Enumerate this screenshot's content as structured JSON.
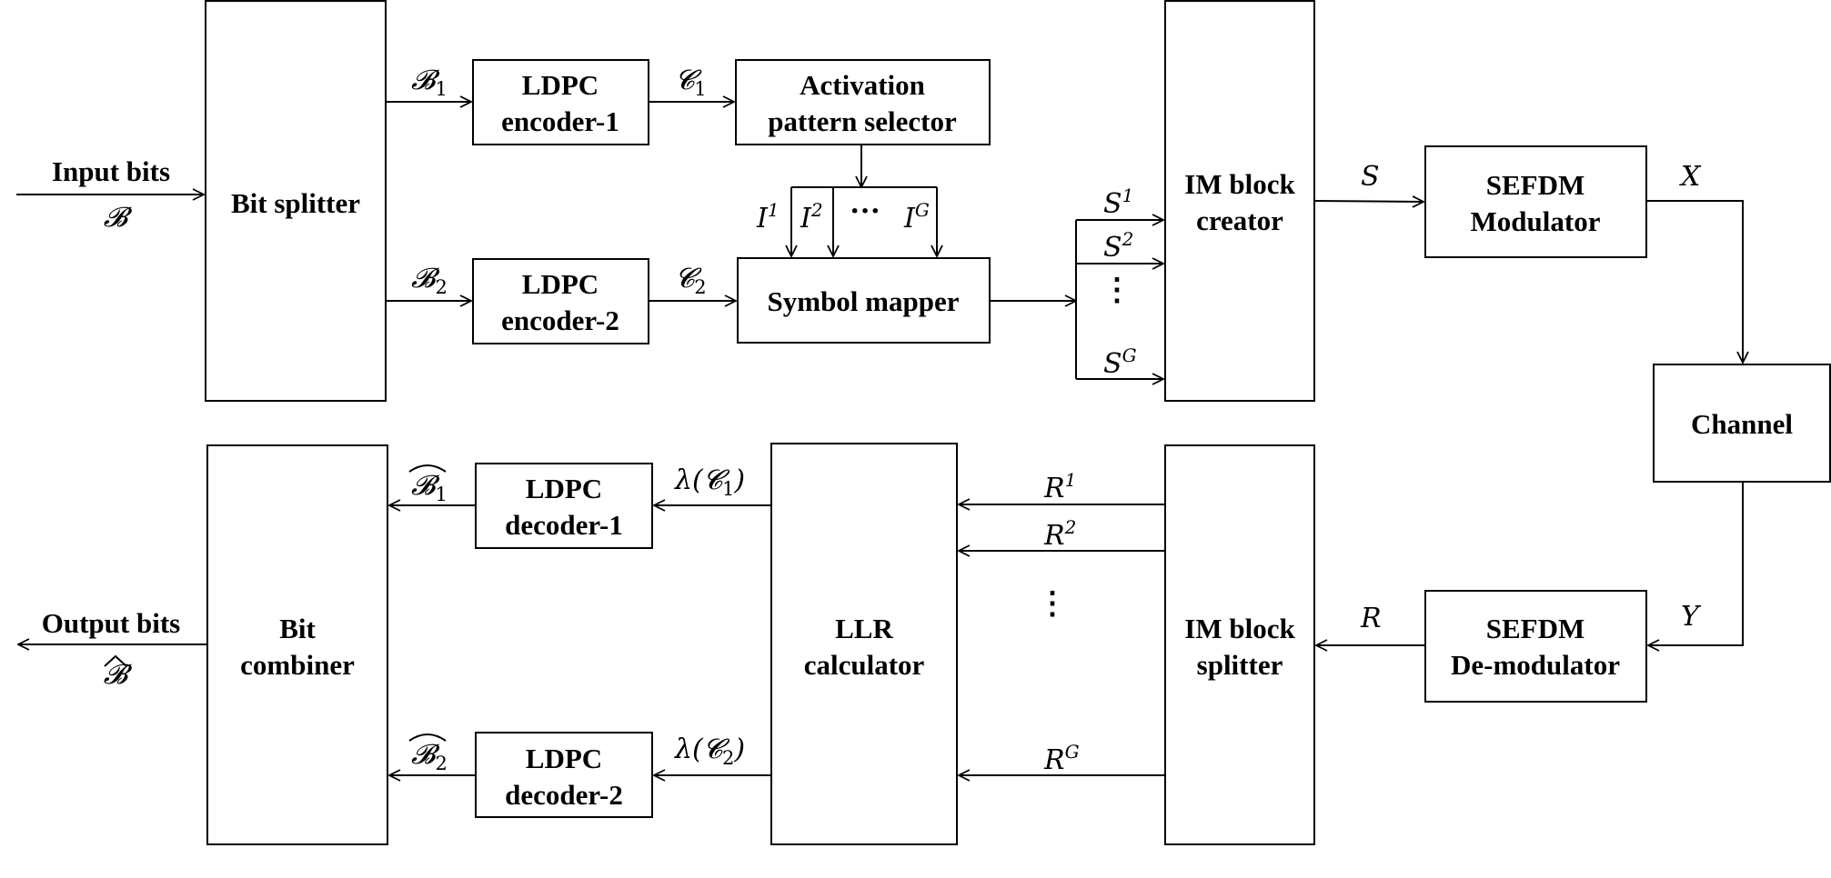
{
  "blocks": {
    "bit_splitter": "Bit splitter",
    "ldpc_enc1": [
      "LDPC",
      "encoder-1"
    ],
    "ldpc_enc2": [
      "LDPC",
      "encoder-2"
    ],
    "activation": [
      "Activation",
      "pattern selector"
    ],
    "symbol_mapper": "Symbol mapper",
    "im_creator": [
      "IM block",
      "creator"
    ],
    "sefdm_mod": [
      "SEFDM",
      "Modulator"
    ],
    "channel": "Channel",
    "sefdm_demod": [
      "SEFDM",
      "De-modulator"
    ],
    "im_splitter": [
      "IM block",
      "splitter"
    ],
    "llr": [
      "LLR",
      "calculator"
    ],
    "ldpc_dec1": [
      "LDPC",
      "decoder-1"
    ],
    "ldpc_dec2": [
      "LDPC",
      "decoder-2"
    ],
    "bit_combiner": [
      "Bit",
      "combiner"
    ]
  },
  "io": {
    "input_label": "Input bits",
    "input_symbol": "𝓑",
    "output_label": "Output bits",
    "output_symbol": "𝓑"
  },
  "signals": {
    "B": "𝓑",
    "C": "𝓒",
    "sub1": "1",
    "sub2": "2",
    "I": "I",
    "S": "S",
    "R": "R",
    "X": "X",
    "Y": "Y",
    "lambda_prefix": "λ(",
    "close_paren": ")",
    "sup1": "1",
    "sup2": "2",
    "supG": "G",
    "hdots": "···",
    "vdots": "⋮"
  }
}
